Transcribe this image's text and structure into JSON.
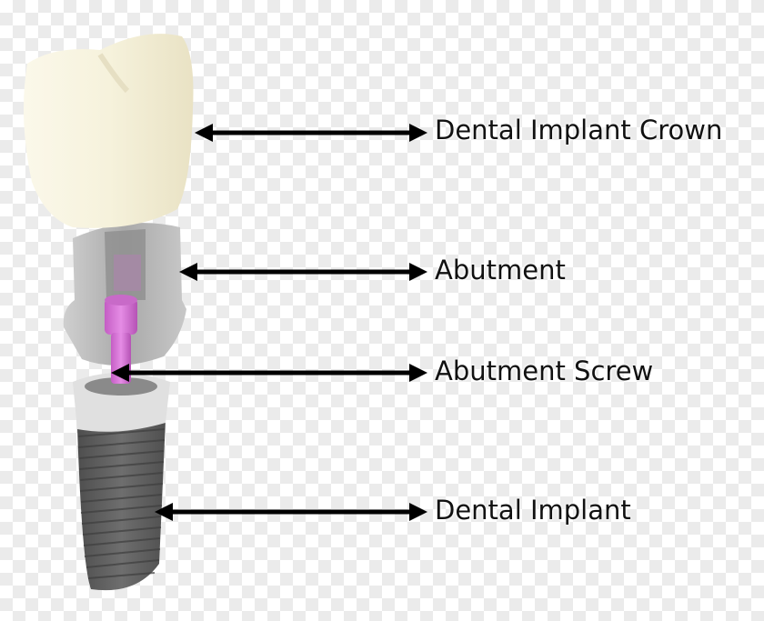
{
  "labels": {
    "crown": "Dental Implant Crown",
    "abutment": "Abutment",
    "screw": "Abutment Screw",
    "implant": "Dental Implant"
  },
  "colors": {
    "crown": "#f3efd9",
    "abutment": "#b3b3b3",
    "screw": "#d97ad9",
    "implant": "#5e5e5e",
    "arrow": "#000000"
  }
}
